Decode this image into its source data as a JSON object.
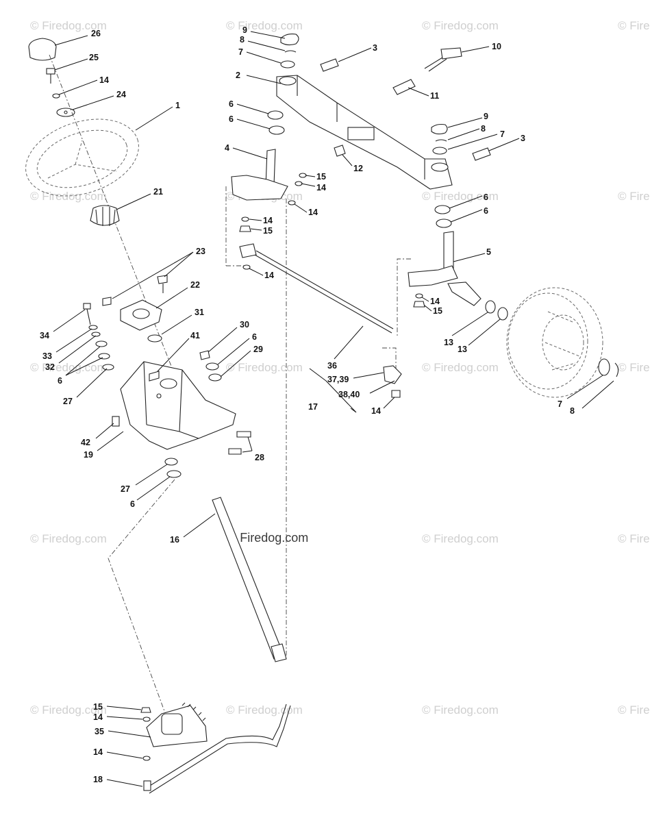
{
  "watermark": {
    "text": "© Firedog.com",
    "center_text": "© Firedog.com"
  },
  "callouts": [
    {
      "id": "c1",
      "text": "26"
    },
    {
      "id": "c2",
      "text": "25"
    },
    {
      "id": "c3",
      "text": "14"
    },
    {
      "id": "c4",
      "text": "24"
    },
    {
      "id": "c5",
      "text": "1"
    },
    {
      "id": "c6",
      "text": "21"
    },
    {
      "id": "c7",
      "text": "23"
    },
    {
      "id": "c8",
      "text": "22"
    },
    {
      "id": "c9",
      "text": "34"
    },
    {
      "id": "c10",
      "text": "31"
    },
    {
      "id": "c11",
      "text": "33"
    },
    {
      "id": "c12",
      "text": "32"
    },
    {
      "id": "c13",
      "text": "6"
    },
    {
      "id": "c14",
      "text": "41"
    },
    {
      "id": "c15",
      "text": "30"
    },
    {
      "id": "c16",
      "text": "6"
    },
    {
      "id": "c17",
      "text": "29"
    },
    {
      "id": "c18",
      "text": "27"
    },
    {
      "id": "c19",
      "text": "42"
    },
    {
      "id": "c20",
      "text": "19"
    },
    {
      "id": "c21",
      "text": "28"
    },
    {
      "id": "c22",
      "text": "27"
    },
    {
      "id": "c23",
      "text": "6"
    },
    {
      "id": "c24",
      "text": "16"
    },
    {
      "id": "c25",
      "text": "9"
    },
    {
      "id": "c26",
      "text": "8"
    },
    {
      "id": "c27",
      "text": "7"
    },
    {
      "id": "c28",
      "text": "3"
    },
    {
      "id": "c29",
      "text": "10"
    },
    {
      "id": "c30",
      "text": "2"
    },
    {
      "id": "c31",
      "text": "11"
    },
    {
      "id": "c32",
      "text": "6"
    },
    {
      "id": "c33",
      "text": "6"
    },
    {
      "id": "c34",
      "text": "9"
    },
    {
      "id": "c35",
      "text": "8"
    },
    {
      "id": "c36",
      "text": "7"
    },
    {
      "id": "c37",
      "text": "3"
    },
    {
      "id": "c38",
      "text": "4"
    },
    {
      "id": "c39",
      "text": "12"
    },
    {
      "id": "c40",
      "text": "15"
    },
    {
      "id": "c41",
      "text": "14"
    },
    {
      "id": "c42",
      "text": "14"
    },
    {
      "id": "c43",
      "text": "14"
    },
    {
      "id": "c44",
      "text": "15"
    },
    {
      "id": "c45",
      "text": "6"
    },
    {
      "id": "c46",
      "text": "6"
    },
    {
      "id": "c47",
      "text": "5"
    },
    {
      "id": "c48",
      "text": "14"
    },
    {
      "id": "c49",
      "text": "14"
    },
    {
      "id": "c50",
      "text": "15"
    },
    {
      "id": "c51",
      "text": "13"
    },
    {
      "id": "c52",
      "text": "13"
    },
    {
      "id": "c53",
      "text": "36"
    },
    {
      "id": "c54",
      "text": "37,39"
    },
    {
      "id": "c55",
      "text": "38,40"
    },
    {
      "id": "c56",
      "text": "17"
    },
    {
      "id": "c57",
      "text": "14"
    },
    {
      "id": "c58",
      "text": "7"
    },
    {
      "id": "c59",
      "text": "8"
    },
    {
      "id": "c60",
      "text": "15"
    },
    {
      "id": "c61",
      "text": "14"
    },
    {
      "id": "c62",
      "text": "35"
    },
    {
      "id": "c63",
      "text": "14"
    },
    {
      "id": "c64",
      "text": "18"
    }
  ]
}
